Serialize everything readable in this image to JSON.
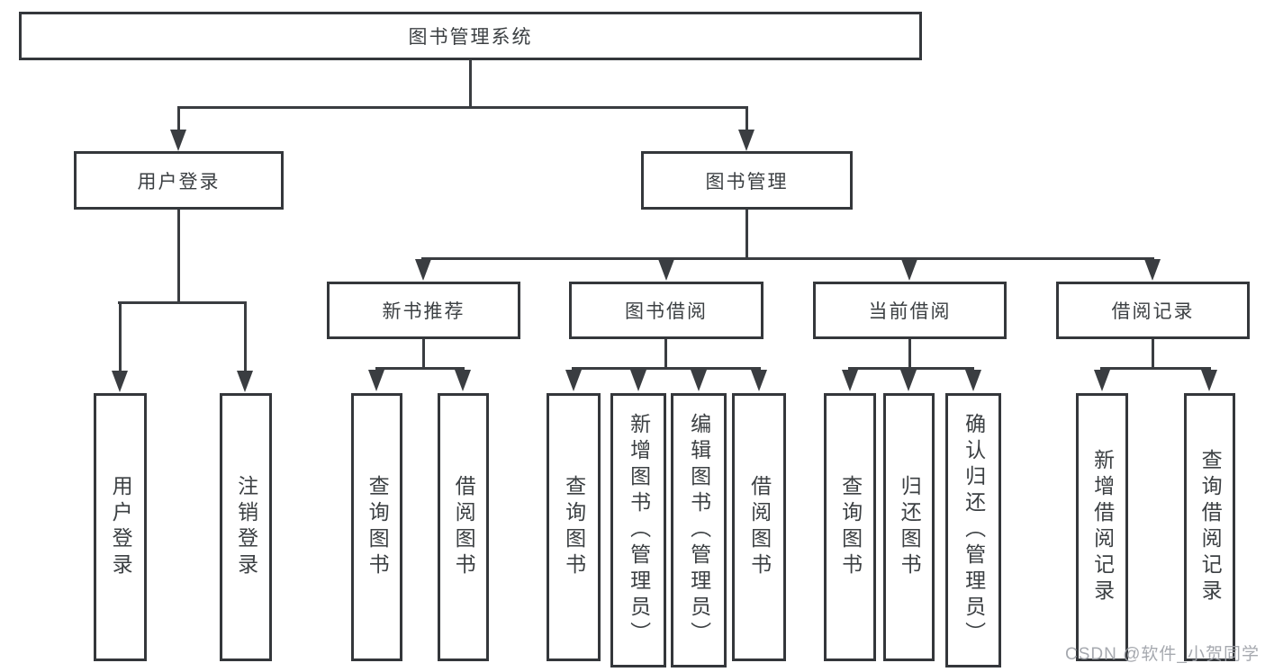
{
  "diagram": {
    "root": {
      "label": "图书管理系统"
    },
    "branches": [
      {
        "label": "用户登录",
        "leaves": [
          {
            "label": "用户登录"
          },
          {
            "label": "注销登录"
          }
        ]
      },
      {
        "label": "图书管理",
        "groups": [
          {
            "label": "新书推荐",
            "leaves": [
              {
                "label": "查询图书"
              },
              {
                "label": "借阅图书"
              }
            ]
          },
          {
            "label": "图书借阅",
            "leaves": [
              {
                "label": "查询图书"
              },
              {
                "label": "新增图书（管理员）"
              },
              {
                "label": "编辑图书（管理员）"
              },
              {
                "label": "借阅图书"
              }
            ]
          },
          {
            "label": "当前借阅",
            "leaves": [
              {
                "label": "查询图书"
              },
              {
                "label": "归还图书"
              },
              {
                "label": "确认归还（管理员）"
              }
            ]
          },
          {
            "label": "借阅记录",
            "leaves": [
              {
                "label": "新增借阅记录"
              },
              {
                "label": "查询借阅记录"
              }
            ]
          }
        ]
      }
    ]
  },
  "watermark": {
    "text": "CSDN @软件_小贺同学"
  },
  "colors": {
    "line": "#3a3d41",
    "box_border": "#34373b",
    "text": "#3c4043",
    "background": "#ffffff",
    "watermark": "#9ea2a8"
  }
}
